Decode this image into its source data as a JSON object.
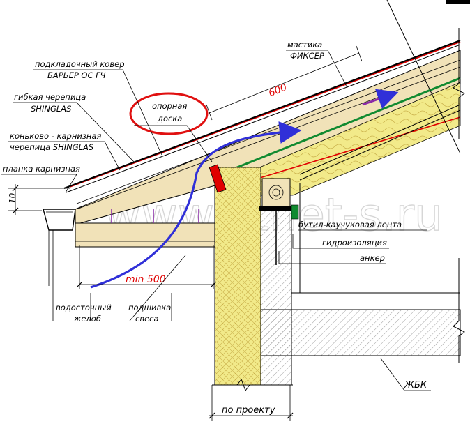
{
  "labels": {
    "underlay_line1": "подкладочный ковер",
    "underlay_line2": "БАРЬЕР ОС ГЧ",
    "mastic_line1": "мастика",
    "mastic_line2": "ФИКСЕР",
    "flex_tile_line1": "гибкая черепица",
    "flex_tile_line2": "SHINGLAS",
    "support_line1": "опорная",
    "support_line2": "доска",
    "ridge_line1": "коньково - карнизная",
    "ridge_line2": "черепица  SHINGLAS",
    "eaves_strip": "планка карнизная",
    "butyl_tape": "бутил-каучуковая лента",
    "waterproofing": "гидроизоляция",
    "anchor": "анкер",
    "gutter_line1": "водосточный",
    "gutter_line2": "желоб",
    "soffit_line1": "подшивка",
    "soffit_line2": "свеса",
    "concrete": "ЖБК",
    "by_project": "по проекту"
  },
  "dimensions": {
    "slope_600": "600",
    "min_500": "min 500",
    "ten": "10"
  },
  "watermark": "www.etnet-s.ru",
  "colors": {
    "highlight_ellipse": "#e01010",
    "airflow_arrow": "#3030d8",
    "membrane_red": "#e00000",
    "membrane_green": "#108a30",
    "insulation_yellow": "#f2ea8a",
    "rafter_wood": "#f1e2b8",
    "purple_arrow": "#8a2aa8"
  }
}
